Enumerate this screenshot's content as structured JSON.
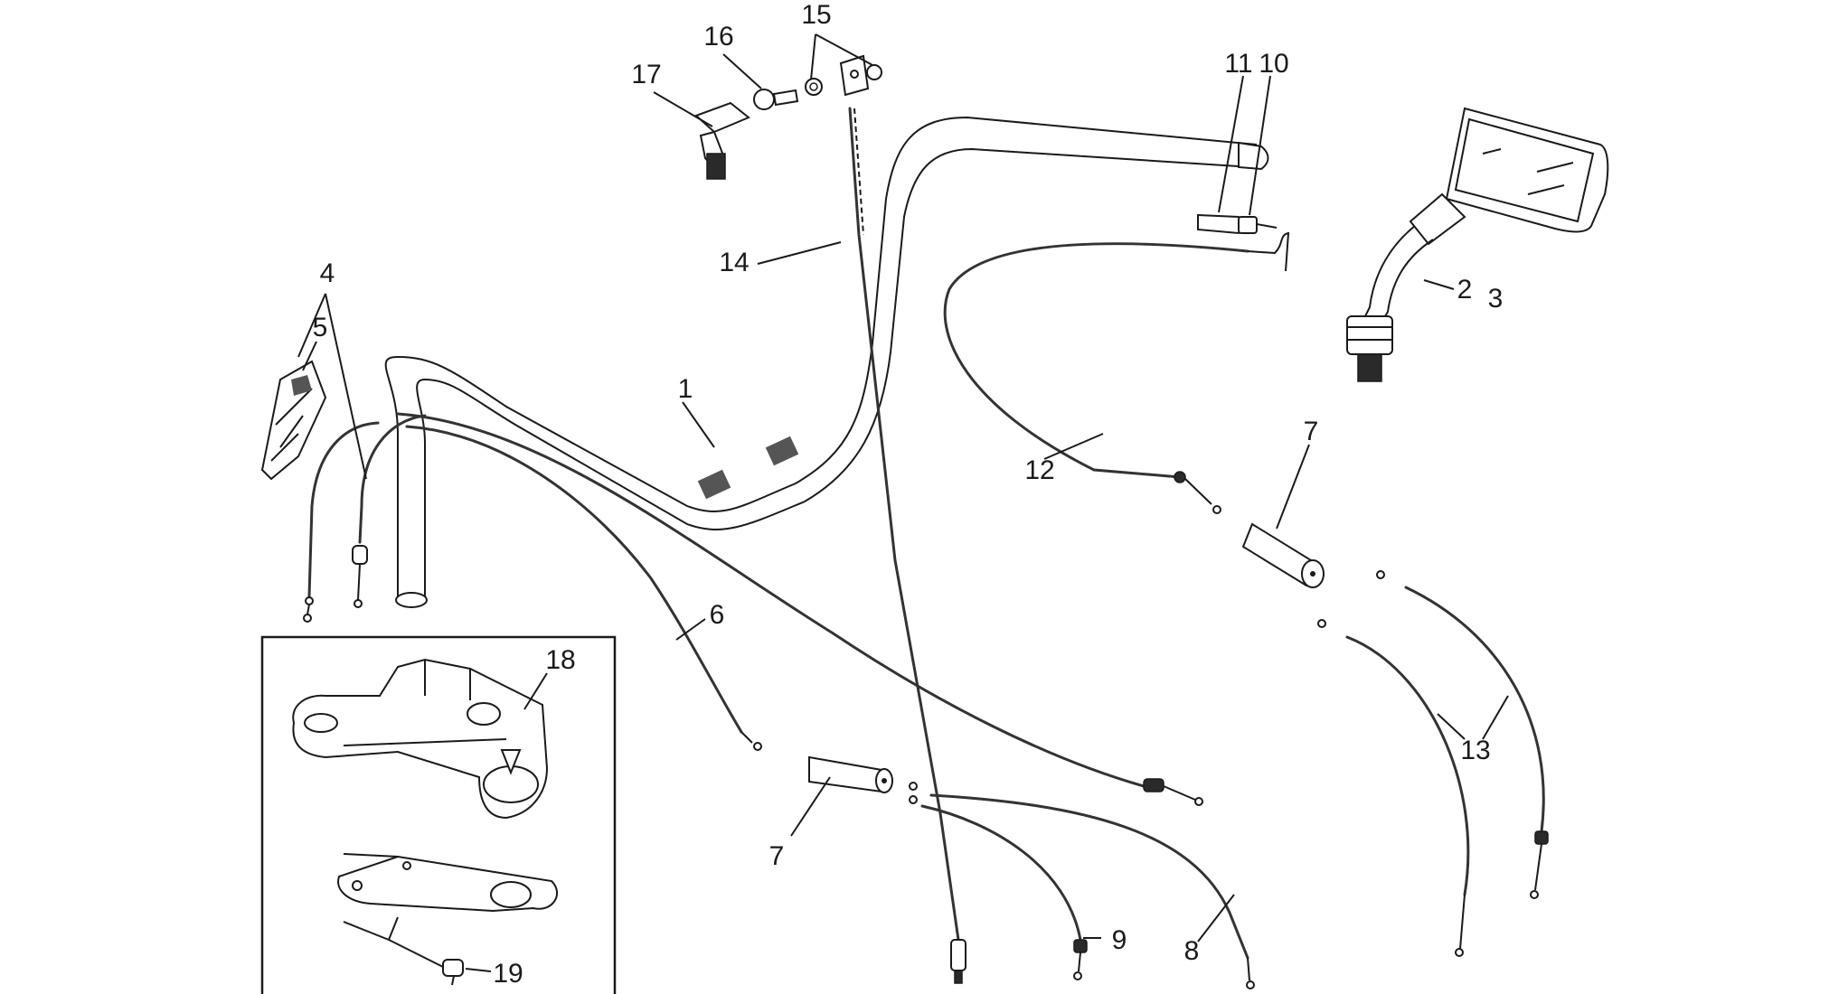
{
  "diagram": {
    "callouts": {
      "c1": "1",
      "c2": "2",
      "c3": "3",
      "c4": "4",
      "c5": "5",
      "c6": "6",
      "c7a": "7",
      "c7b": "7",
      "c8": "8",
      "c9": "9",
      "c10": "10",
      "c11": "11",
      "c12": "12",
      "c13": "13",
      "c14": "14",
      "c15": "15",
      "c16": "16",
      "c17": "17",
      "c18": "18",
      "c19": "19"
    }
  },
  "colors": {
    "line": "#1a1a1a",
    "background": "#ffffff",
    "frame": "#1a1a1a"
  }
}
